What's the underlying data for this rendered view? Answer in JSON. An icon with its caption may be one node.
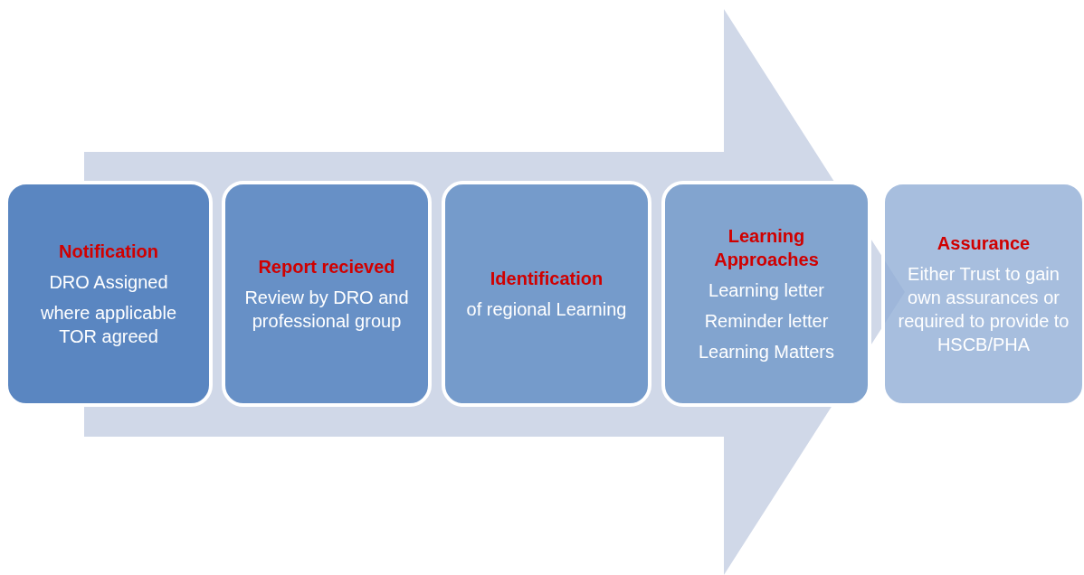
{
  "diagram": {
    "nodes": [
      {
        "text": [
          "Notification",
          "DRO Assigned",
          "where applicable TOR agreed"
        ]
      },
      {
        "text": [
          "Report recieved",
          "Review by DRO and professional group"
        ]
      },
      {
        "text": [
          "Identification",
          "of regional Learning"
        ]
      },
      {
        "text": [
          "Learning Approaches",
          "Learning letter",
          "Reminder letter",
          "Learning Matters"
        ]
      },
      {
        "text": [
          "Assurance",
          "Either Trust to gain own assurances or required to provide to HSCB/PHA"
        ]
      }
    ],
    "edges": [
      {
        "from": 0,
        "to": 4,
        "arrow": "to"
      }
    ]
  }
}
